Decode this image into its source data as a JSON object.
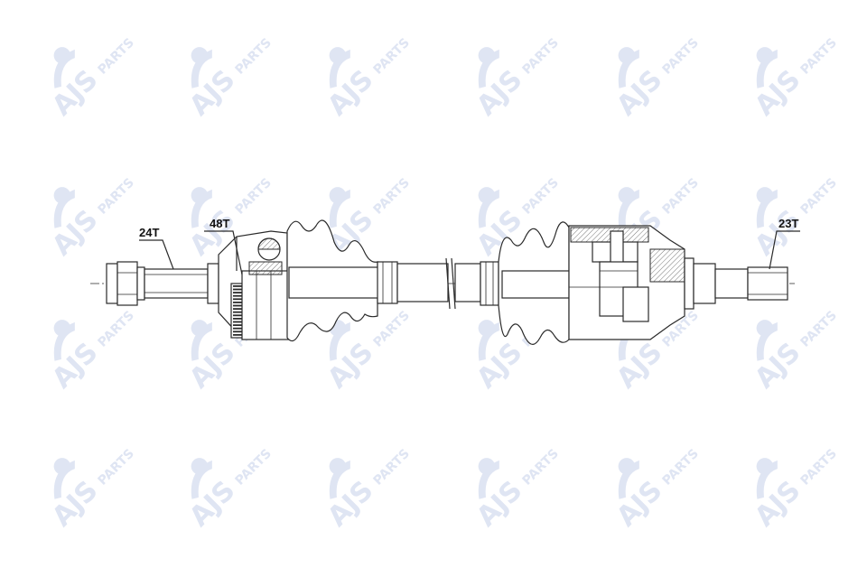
{
  "watermark": {
    "brand_main": "AJS",
    "brand_sub": "PARTS",
    "color": "#dfe5f3"
  },
  "callouts": {
    "left_spline": "24T",
    "abs_ring": "48T",
    "right_spline": "23T"
  },
  "colors": {
    "line": "#2a2a2a",
    "background": "#ffffff"
  }
}
